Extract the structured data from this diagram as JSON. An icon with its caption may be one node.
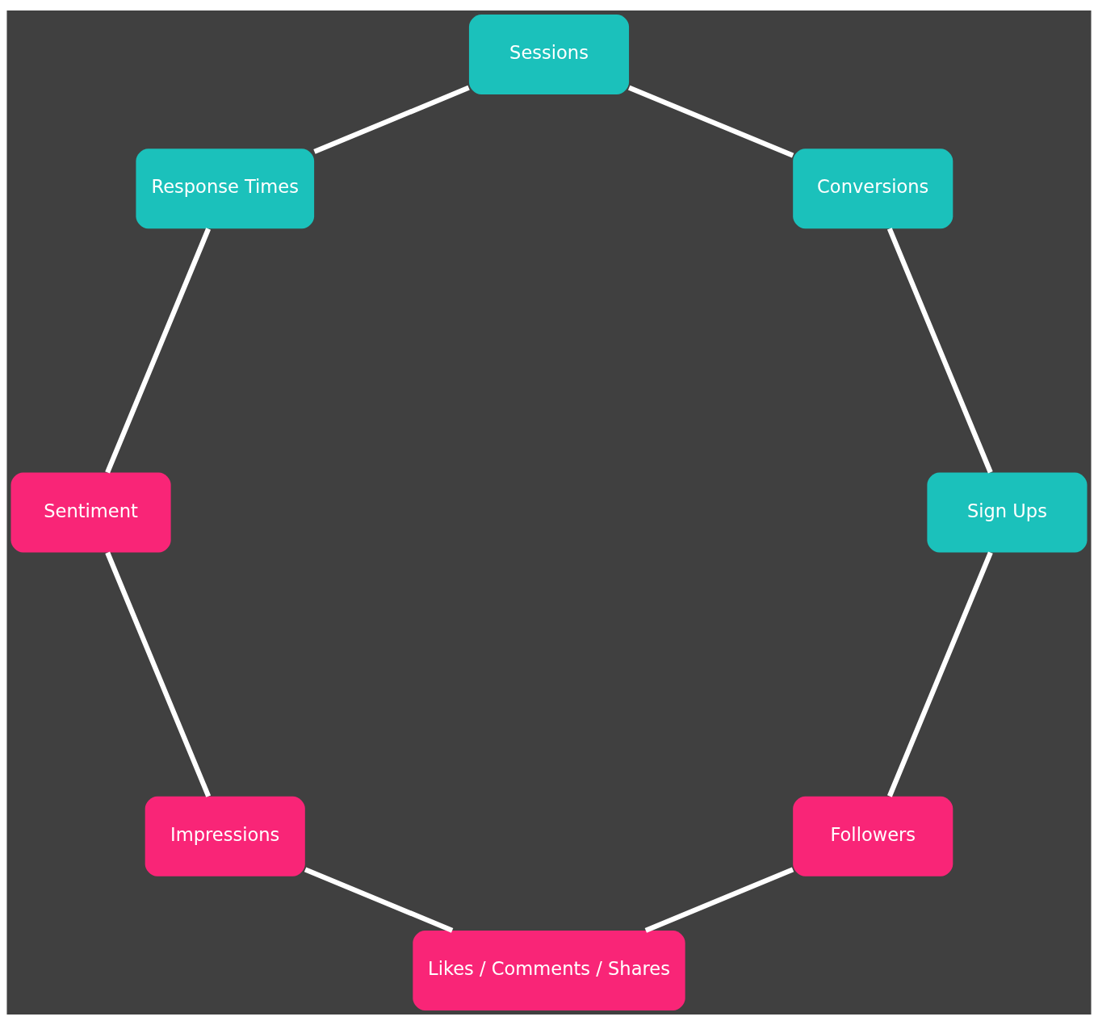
{
  "diagram": {
    "nodes": [
      {
        "text": [
          "Followers"
        ]
      },
      {
        "text": [
          "Sign Ups"
        ]
      },
      {
        "text": [
          "Likes / Comments / Shares"
        ]
      },
      {
        "text": [
          "Conversions"
        ]
      },
      {
        "text": [
          "Impressions"
        ]
      },
      {
        "text": [
          "Sessions"
        ]
      },
      {
        "text": [
          "Sentiment"
        ]
      },
      {
        "text": [
          "Response Times"
        ]
      }
    ],
    "edges": [
      {
        "from": 0,
        "to": 2,
        "arrow": "none"
      },
      {
        "from": 2,
        "to": 4,
        "arrow": "none"
      },
      {
        "from": 4,
        "to": 6,
        "arrow": "none"
      },
      {
        "from": 6,
        "to": 7,
        "arrow": "none"
      },
      {
        "from": 7,
        "to": 5,
        "arrow": "none"
      },
      {
        "from": 5,
        "to": 3,
        "arrow": "none"
      },
      {
        "from": 3,
        "to": 1,
        "arrow": "none"
      },
      {
        "from": 1,
        "to": 0,
        "arrow": "none"
      }
    ]
  }
}
